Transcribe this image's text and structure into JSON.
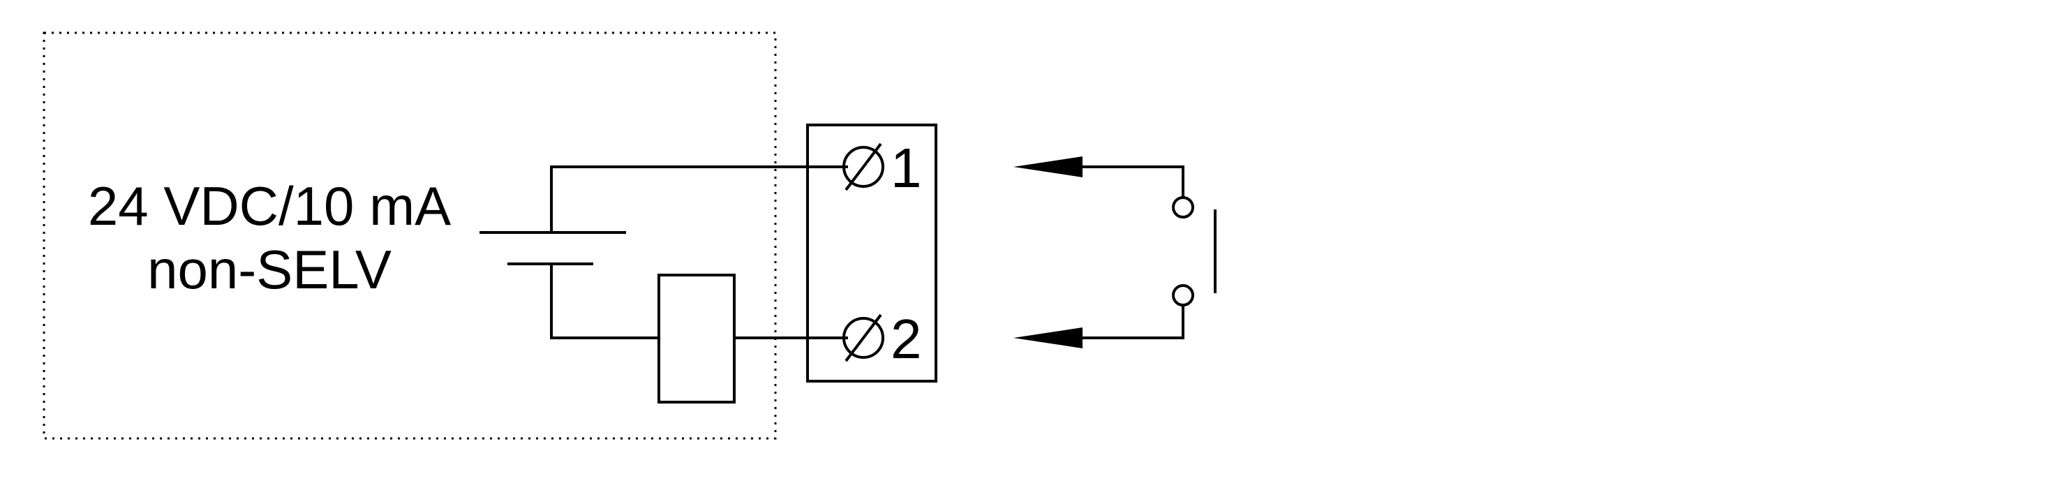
{
  "supply": {
    "line1": "24 VDC/10 mA",
    "line2": "non-SELV"
  },
  "terminals": [
    {
      "label": "1"
    },
    {
      "label": "2"
    }
  ],
  "colors": {
    "stroke": "#000000",
    "background": "#ffffff"
  },
  "icons": {
    "terminal": "screw-terminal-icon",
    "switch": "normally-open-switch-icon",
    "relay": "relay-coil-icon",
    "battery": "dc-source-icon"
  }
}
